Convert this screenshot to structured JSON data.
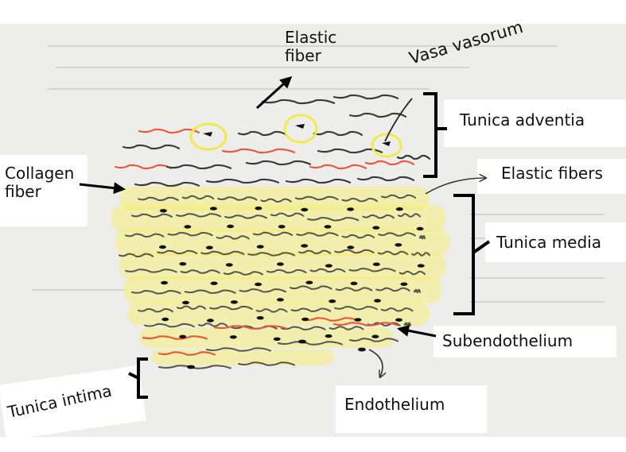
{
  "labels": {
    "elastic_fiber": [
      "Elastic",
      "fiber"
    ],
    "vasa_vasorum": "Vasa vasorum",
    "tunica_adventia": "Tunica adventia",
    "collagen_fiber": [
      "Collagen",
      "fiber"
    ],
    "elastic_fibers": "Elastic fibers",
    "tunica_media": "Tunica media",
    "subendothelium": "Subendothelium",
    "tunica_intima": "Tunica intima",
    "endothelium": "Endothelium"
  },
  "colors": {
    "paper": "#f1f1f0",
    "collagen": "#e8593a",
    "elastic": "#3a3a3a",
    "smooth_muscle": "#f5ee7a",
    "nucleus": "#111111",
    "bracket": "#000000"
  }
}
